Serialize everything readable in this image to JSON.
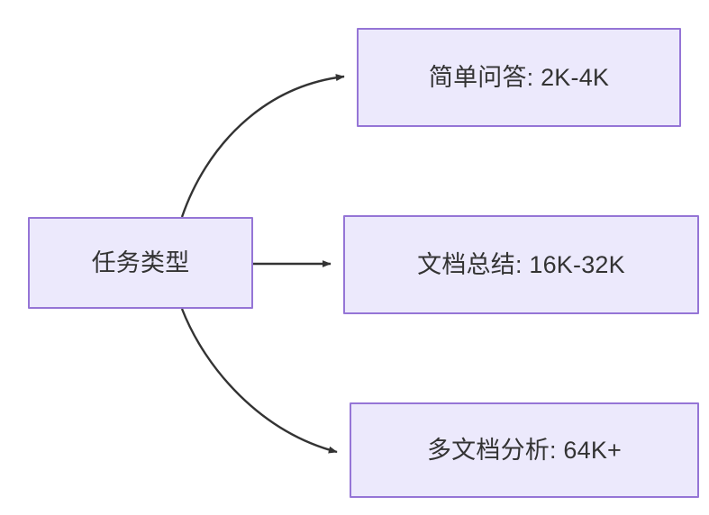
{
  "diagram": {
    "type": "flowchart",
    "direction": "left-to-right",
    "background_color": "#ffffff",
    "node_fill_color": "#ece9fc",
    "node_border_color": "#9575d6",
    "node_text_color": "#333333",
    "edge_color": "#333333",
    "nodes": [
      {
        "id": "root",
        "label": "任务类型",
        "role": "source"
      },
      {
        "id": "simple-qa",
        "label": "简单问答: 2K-4K",
        "role": "target"
      },
      {
        "id": "doc-sum",
        "label": "文档总结: 16K-32K",
        "role": "target"
      },
      {
        "id": "multi-doc",
        "label": "多文档分析: 64K+",
        "role": "target"
      }
    ],
    "edges": [
      {
        "id": "edge-root-simple-qa",
        "from": "root",
        "to": "simple-qa",
        "label": "",
        "style": "curved",
        "arrow": "filled-triangle"
      },
      {
        "id": "edge-root-doc-sum",
        "from": "root",
        "to": "doc-sum",
        "label": "",
        "style": "straight",
        "arrow": "filled-triangle"
      },
      {
        "id": "edge-root-multi-doc",
        "from": "root",
        "to": "multi-doc",
        "label": "",
        "style": "curved",
        "arrow": "filled-triangle"
      }
    ]
  }
}
